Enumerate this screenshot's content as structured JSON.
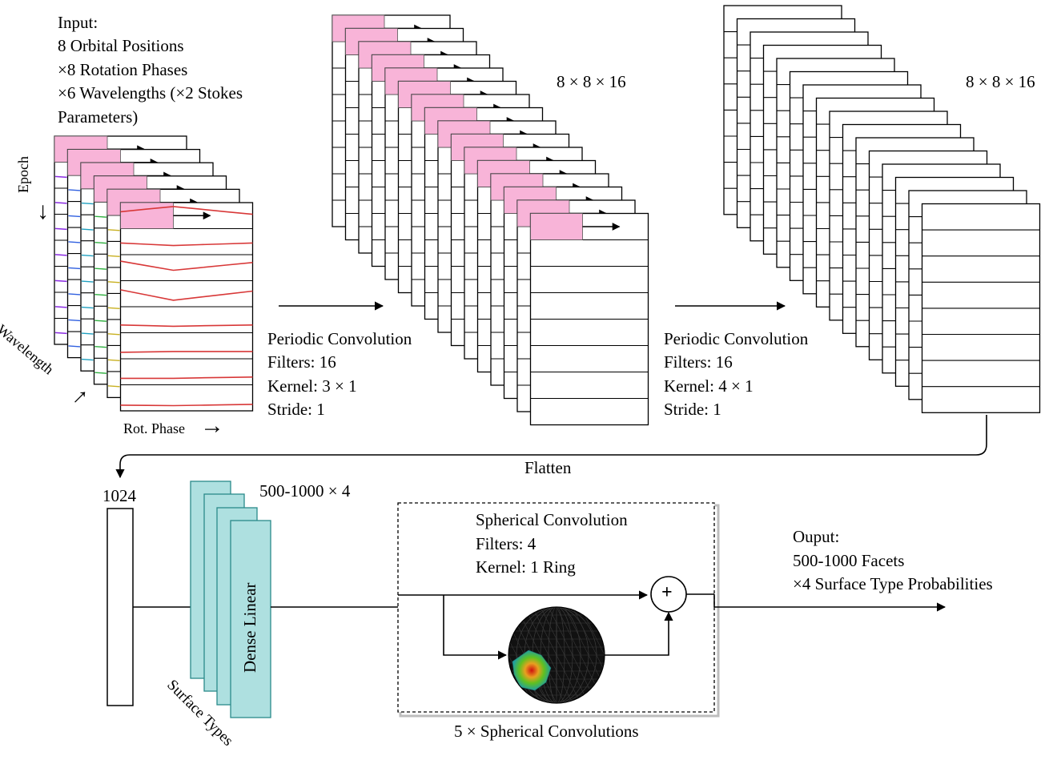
{
  "input": {
    "title": "Input:",
    "line1": "8 Orbital Positions",
    "line2": "×8 Rotation Phases",
    "line3": "×6 Wavelengths (×2 Stokes",
    "line4": "Parameters)",
    "axis_epoch": "Epoch",
    "axis_wavelength": "Wavelength",
    "axis_rot_phase": "Rot. Phase"
  },
  "conv1": {
    "shape": "8 × 8 × 16",
    "line1": "Periodic Convolution",
    "line2": "Filters: 16",
    "line3": "Kernel: 3 × 1",
    "line4": "Stride: 1"
  },
  "conv2": {
    "shape": "8 × 8 × 16",
    "line1": "Periodic Convolution",
    "line2": "Filters: 16",
    "line3": "Kernel: 4 × 1",
    "line4": "Stride: 1"
  },
  "flatten_label": "Flatten",
  "vector_size": "1024",
  "dense": {
    "shape": "500-1000 × 4",
    "label": "Dense Linear",
    "stack_label": "Surface Types"
  },
  "spherical": {
    "line1": "Spherical Convolution",
    "line2": "Filters: 4",
    "line3": "Kernel: 1 Ring",
    "plus": "+",
    "repeat": "5 × Spherical Convolutions"
  },
  "output": {
    "line1": "Ouput:",
    "line2": "500-1000 Facets",
    "line3": "×4 Surface Type Probabilities"
  },
  "colors": {
    "highlight": "#f8b4d8",
    "dense_fill": "#aee0e0",
    "dense_stroke": "#2a8a8a",
    "curve_red": "#d83838",
    "sphere": "#111111"
  }
}
